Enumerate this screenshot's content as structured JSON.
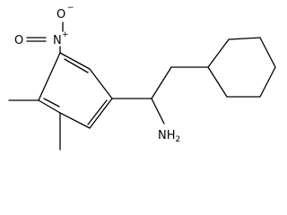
{
  "molecule": {
    "atoms": {
      "nitro_o_minus": "O",
      "nitro_o_minus_charge": "−",
      "nitro_o_double": "O",
      "nitro_n": "N",
      "nitro_n_charge": "+",
      "amine_n": "NH",
      "amine_n_sub": "2"
    }
  }
}
